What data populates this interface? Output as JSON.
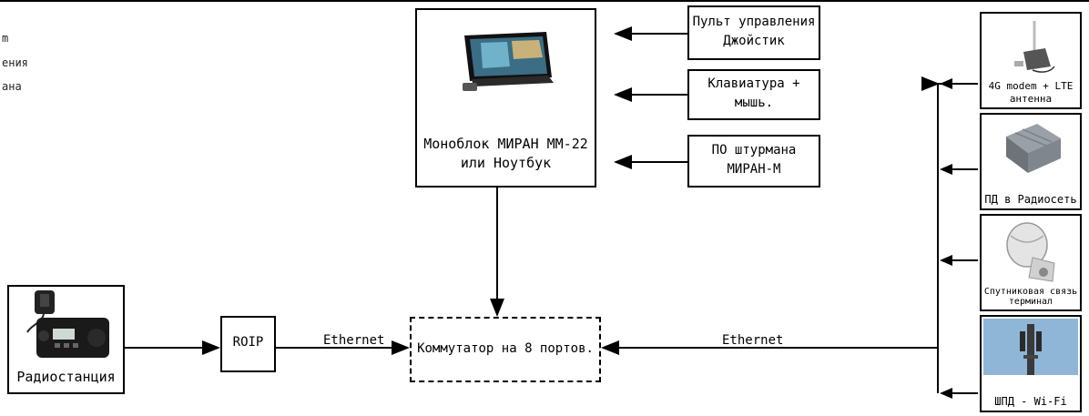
{
  "left_fragment": [
    "m",
    "ения",
    "ана"
  ],
  "monoblock": {
    "line1": "Моноблок МИРАН ММ-22",
    "line2": "или Ноутбук",
    "icon": "monitor-icon"
  },
  "inputs": [
    {
      "line1": "Пульт управления",
      "line2": "Джойстик"
    },
    {
      "line1": "Клавиатура +",
      "line2": "мышь."
    },
    {
      "line1": "ПО штурмана",
      "line2": "МИРАН-М"
    }
  ],
  "radio": {
    "label": "Радиостанция",
    "icon": "radio-icon"
  },
  "roip": {
    "label": "ROIP"
  },
  "switch": {
    "label": "Коммутатор на 8 портов."
  },
  "links": {
    "left": "Ethernet",
    "right": "Ethernet"
  },
  "devices": [
    {
      "line1": "4G modem + LTE",
      "line2": "антенна",
      "icon": "modem-icon"
    },
    {
      "line1": "ПД в Радиосеть",
      "line2": "",
      "icon": "radio-module-icon"
    },
    {
      "line1": "Спутниковая связь",
      "line2": "терминал",
      "icon": "satellite-dish-icon"
    },
    {
      "line1": "ШПД - Wi-Fi",
      "line2": "",
      "icon": "cell-tower-icon"
    }
  ]
}
